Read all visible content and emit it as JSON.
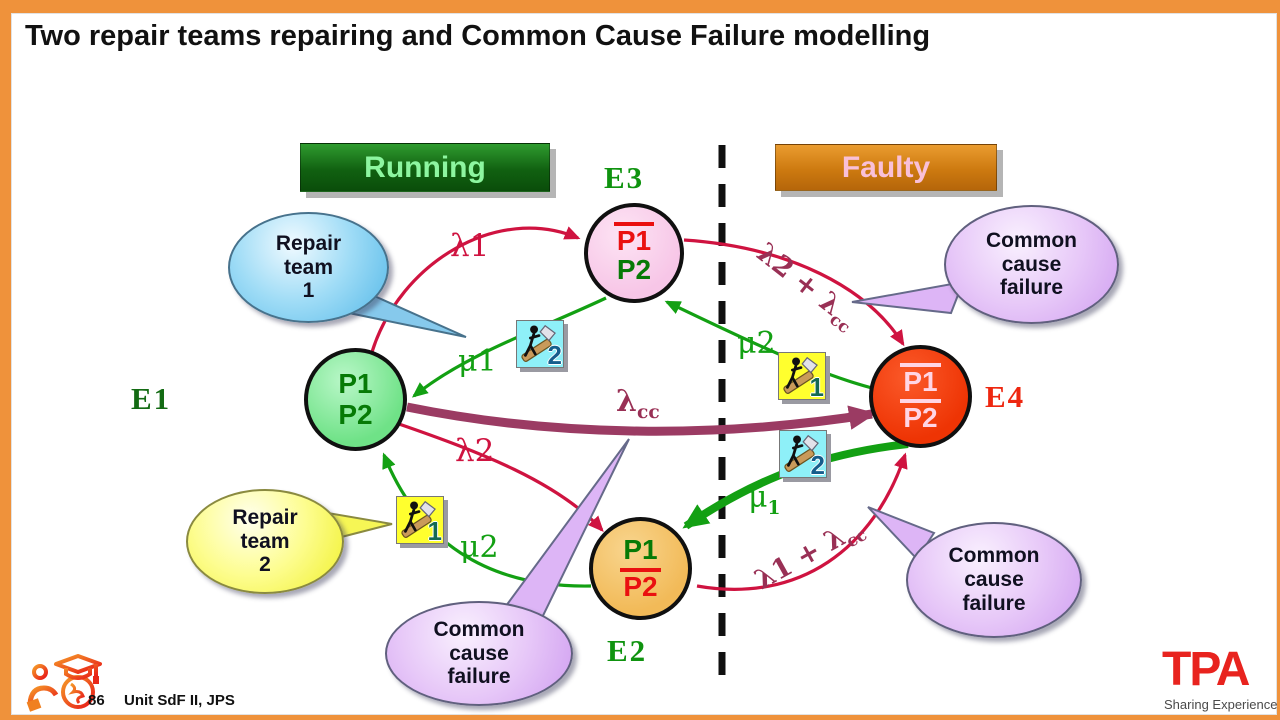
{
  "title": "Two repair teams repairing and Common Cause Failure modelling",
  "section_labels": {
    "running": "Running",
    "faulty": "Faulty"
  },
  "states": {
    "e1": {
      "name": "E1",
      "line1": "P1",
      "line2": "P2"
    },
    "e3": {
      "name": "E3",
      "line1": "P1",
      "line2": "P2"
    },
    "e2": {
      "name": "E2",
      "line1": "P1",
      "line2": "P2"
    },
    "e4": {
      "name": "E4",
      "line1": "P1",
      "line2": "P2"
    }
  },
  "rates": {
    "lambda1": {
      "pre": "λ1",
      "sub": ""
    },
    "lambda2": {
      "pre": "λ2",
      "sub": ""
    },
    "mu1_top": {
      "pre": "μ1",
      "sub": ""
    },
    "mu2_left": {
      "pre": "μ2",
      "sub": ""
    },
    "lambda_cc": {
      "pre": "λ",
      "sub": "cc"
    },
    "lambda2_plus_cc": {
      "pre": "λ2 + λ",
      "sub": "cc"
    },
    "mu2_right": {
      "pre": "μ2",
      "sub": ""
    },
    "mu1_right": {
      "pre": "μ",
      "sub": "1"
    },
    "lambda1_plus_cc": {
      "pre": "λ1 + λ",
      "sub": "cc"
    }
  },
  "callouts": {
    "repair_team_1": "Repair\nteam\n1",
    "repair_team_2": "Repair\nteam\n2",
    "ccf_top_right": "Common\ncause\nfailure",
    "ccf_bottom_middle": "Common\ncause\nfailure",
    "ccf_bottom_right": "Common\ncause\nfailure"
  },
  "worker_badges": {
    "top_middle": "2",
    "right_upper": "1",
    "right_lower": "2",
    "left_lower": "1"
  },
  "footer": {
    "page_number": "86",
    "course_label": "Unit SdF II, JPS"
  },
  "branding": {
    "logo_text": "TPA",
    "tagline": "Sharing Experience"
  },
  "colors": {
    "frame": "#ef923b",
    "failure_rate": "#cf1340",
    "repair_rate": "#13a013",
    "common_cause": "#993055"
  }
}
